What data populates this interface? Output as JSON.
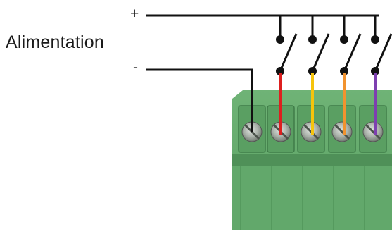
{
  "diagram": {
    "title": "Alimentation",
    "plus_symbol": "+",
    "minus_symbol": "-"
  },
  "colors": {
    "background": "#ffffff",
    "wire": "#111111",
    "terminal_block": "#63a86c",
    "terminal_block_dark": "#3f7c48",
    "screw": "#9ea79f",
    "switch_wires": [
      "#dd1f1f",
      "#f6c40c",
      "#f2932f",
      "#7e3fb0"
    ]
  },
  "components": {
    "switches": [
      "switch-1",
      "switch-2",
      "switch-3",
      "switch-4",
      "switch-5"
    ],
    "terminals": [
      "terminal-ground",
      "terminal-1",
      "terminal-2",
      "terminal-3",
      "terminal-4"
    ]
  }
}
